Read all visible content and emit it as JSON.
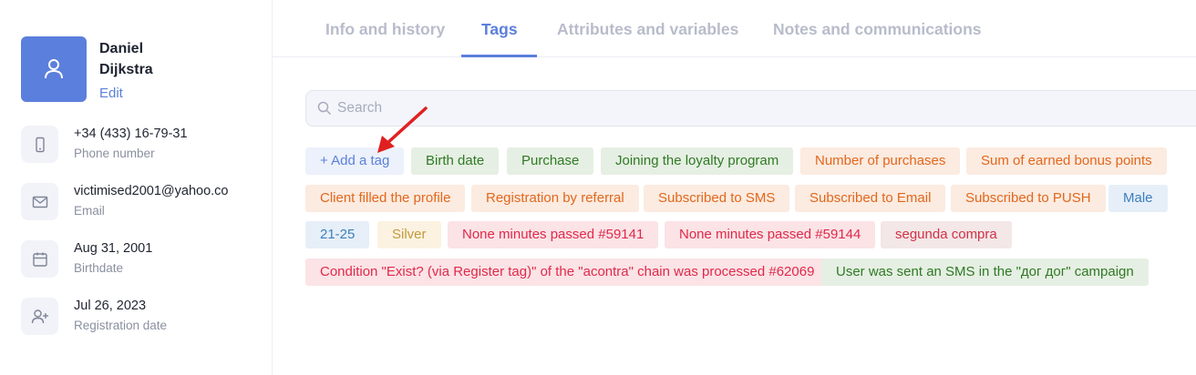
{
  "profile": {
    "first_name": "Daniel",
    "last_name": "Dijkstra",
    "edit_label": "Edit",
    "avatar_color": "#5b7fdc"
  },
  "info": [
    {
      "icon": "phone-icon",
      "value": "+34 (433) 16-79-31",
      "label": "Phone number"
    },
    {
      "icon": "mail-icon",
      "value": "victimised2001@yahoo.co",
      "label": "Email"
    },
    {
      "icon": "calendar-icon",
      "value": "Aug 31, 2001",
      "label": "Birthdate"
    },
    {
      "icon": "user-plus-icon",
      "value": "Jul 26, 2023",
      "label": "Registration date"
    }
  ],
  "tabs": [
    {
      "label": "Info and history",
      "active": false
    },
    {
      "label": "Tags",
      "active": true
    },
    {
      "label": "Attributes and variables",
      "active": false
    },
    {
      "label": "Notes and communications",
      "active": false
    }
  ],
  "search": {
    "placeholder": "Search"
  },
  "add_tag_label": "+ Add a tag",
  "tags": [
    {
      "label": "Birth date",
      "color": "green"
    },
    {
      "label": "Purchase",
      "color": "green"
    },
    {
      "label": "Joining the loyalty program",
      "color": "green"
    },
    {
      "label": "Number of purchases",
      "color": "orange"
    },
    {
      "label": "Sum of earned bonus points",
      "color": "orange"
    },
    {
      "label": "Client filled the profile",
      "color": "orange"
    },
    {
      "label": "Registration by referral",
      "color": "orange"
    },
    {
      "label": "Subscribed to SMS",
      "color": "orange"
    },
    {
      "label": "Subscribed to Email",
      "color": "orange"
    },
    {
      "label": "Subscribed to PUSH",
      "color": "orange"
    },
    {
      "label": "Male",
      "color": "light-blue"
    },
    {
      "label": "21-25",
      "color": "light-blue"
    },
    {
      "label": "Silver",
      "color": "yellow"
    },
    {
      "label": "None minutes passed #59141",
      "color": "red"
    },
    {
      "label": "None minutes passed #59144",
      "color": "red"
    },
    {
      "label": "segunda compra",
      "color": "grey-red"
    },
    {
      "label": "Condition \"Exist? (via Register tag)\" of the \"acontra\" chain was processed #62069",
      "color": "red"
    },
    {
      "label": "User was sent an SMS in the \"дог дог\" campaign",
      "color": "green"
    }
  ],
  "colors": {
    "accent": "#5b7fdc",
    "tag_green_text": "#2f7a25",
    "tag_orange_text": "#e2671d",
    "tag_red_text": "#e0294a",
    "annotation_arrow": "#e02020"
  }
}
